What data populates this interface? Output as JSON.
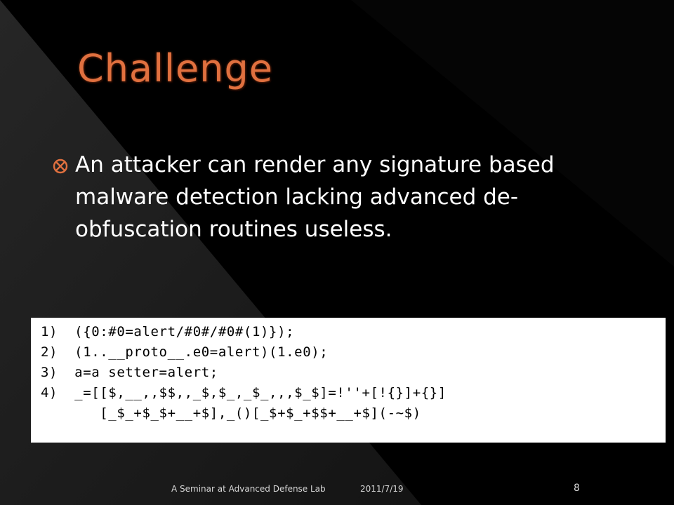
{
  "slide": {
    "title": "Challenge",
    "bullet_icon": "circled-cross-bullet-icon",
    "bullet_text": "An attacker can render any signature based malware detection lacking advanced de-obfuscation routines useless.",
    "code_lines": [
      "1)  ({0:#0=alert/#0#/#0#(1)});",
      "2)  (1..__proto__.e0=alert)(1.e0);",
      "3)  a=a setter=alert;",
      "4)  _=[[$,__,,$$,,_$,$_,_$_,,,$_$]=!''+[!{}]+{}]",
      "       [_$_+$_$+__+$],_()[_$+$_+$$+__+$](-~$)"
    ],
    "footer_text": "A Seminar at Advanced Defense Lab",
    "footer_date": "2011/7/19",
    "page_number": "8"
  },
  "colors": {
    "title": "#e0703f",
    "background": "#000000",
    "panel": "#1c1c1c",
    "bullet": "#e0703f"
  }
}
